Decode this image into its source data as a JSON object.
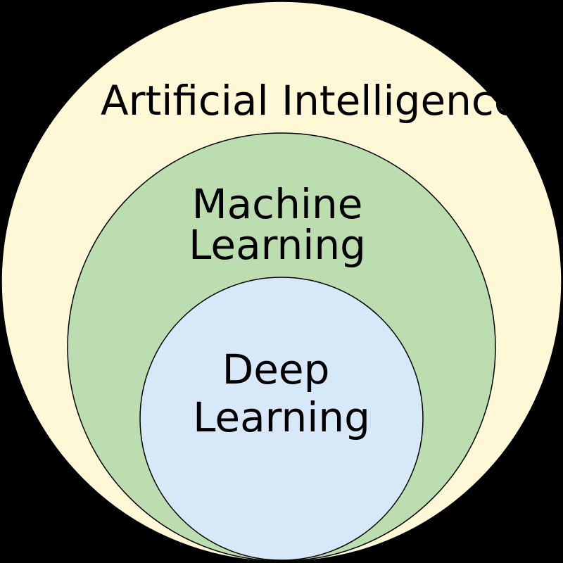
{
  "diagram": {
    "outer": {
      "label": "Artificial Intelligence",
      "fill": "#fff8d6"
    },
    "middle": {
      "label_line1": "Machine",
      "label_line2": "Learning",
      "fill": "#bcddb0"
    },
    "inner": {
      "label_line1": "Deep",
      "label_line2": "Learning",
      "fill": "#d7e8f9"
    },
    "stroke": "#000000",
    "background": "#000000"
  }
}
